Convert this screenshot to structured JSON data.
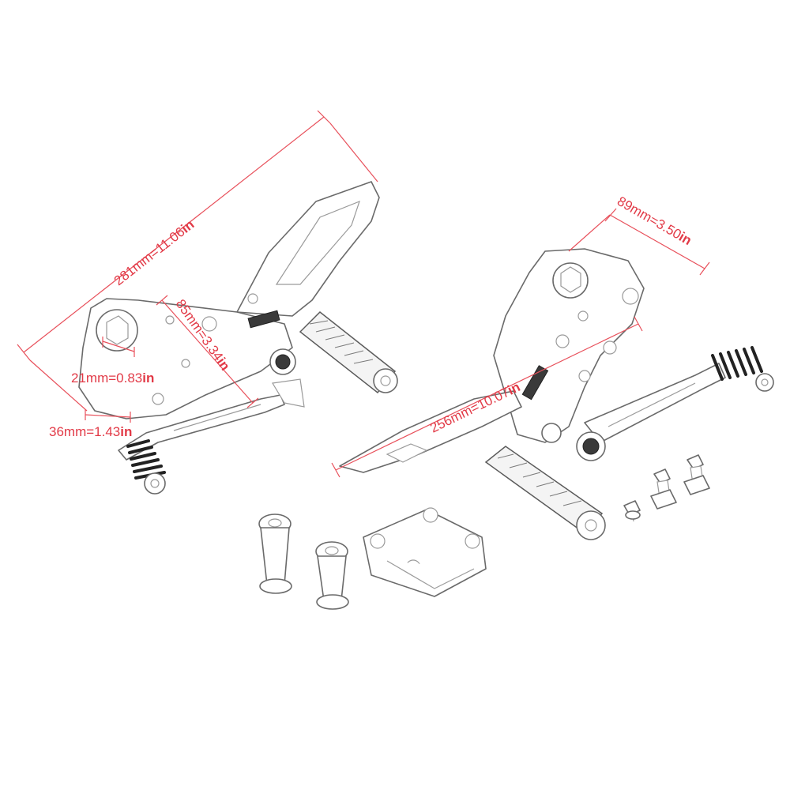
{
  "dimensions": {
    "d281": {
      "value": "281mm=11.06",
      "unit": "in"
    },
    "d89": {
      "value": "89mm=3.50",
      "unit": "in"
    },
    "d85": {
      "value": "85mm=3.34",
      "unit": "in"
    },
    "d21": {
      "value": "21mm=0.83",
      "unit": "in"
    },
    "d36": {
      "value": "36mm=1.43",
      "unit": "in"
    },
    "d256": {
      "value": "256mm=10.07",
      "unit": "in"
    }
  },
  "colors": {
    "dimension": "#e23a47",
    "outline": "#6a6a6a",
    "rubber": "#222222"
  }
}
